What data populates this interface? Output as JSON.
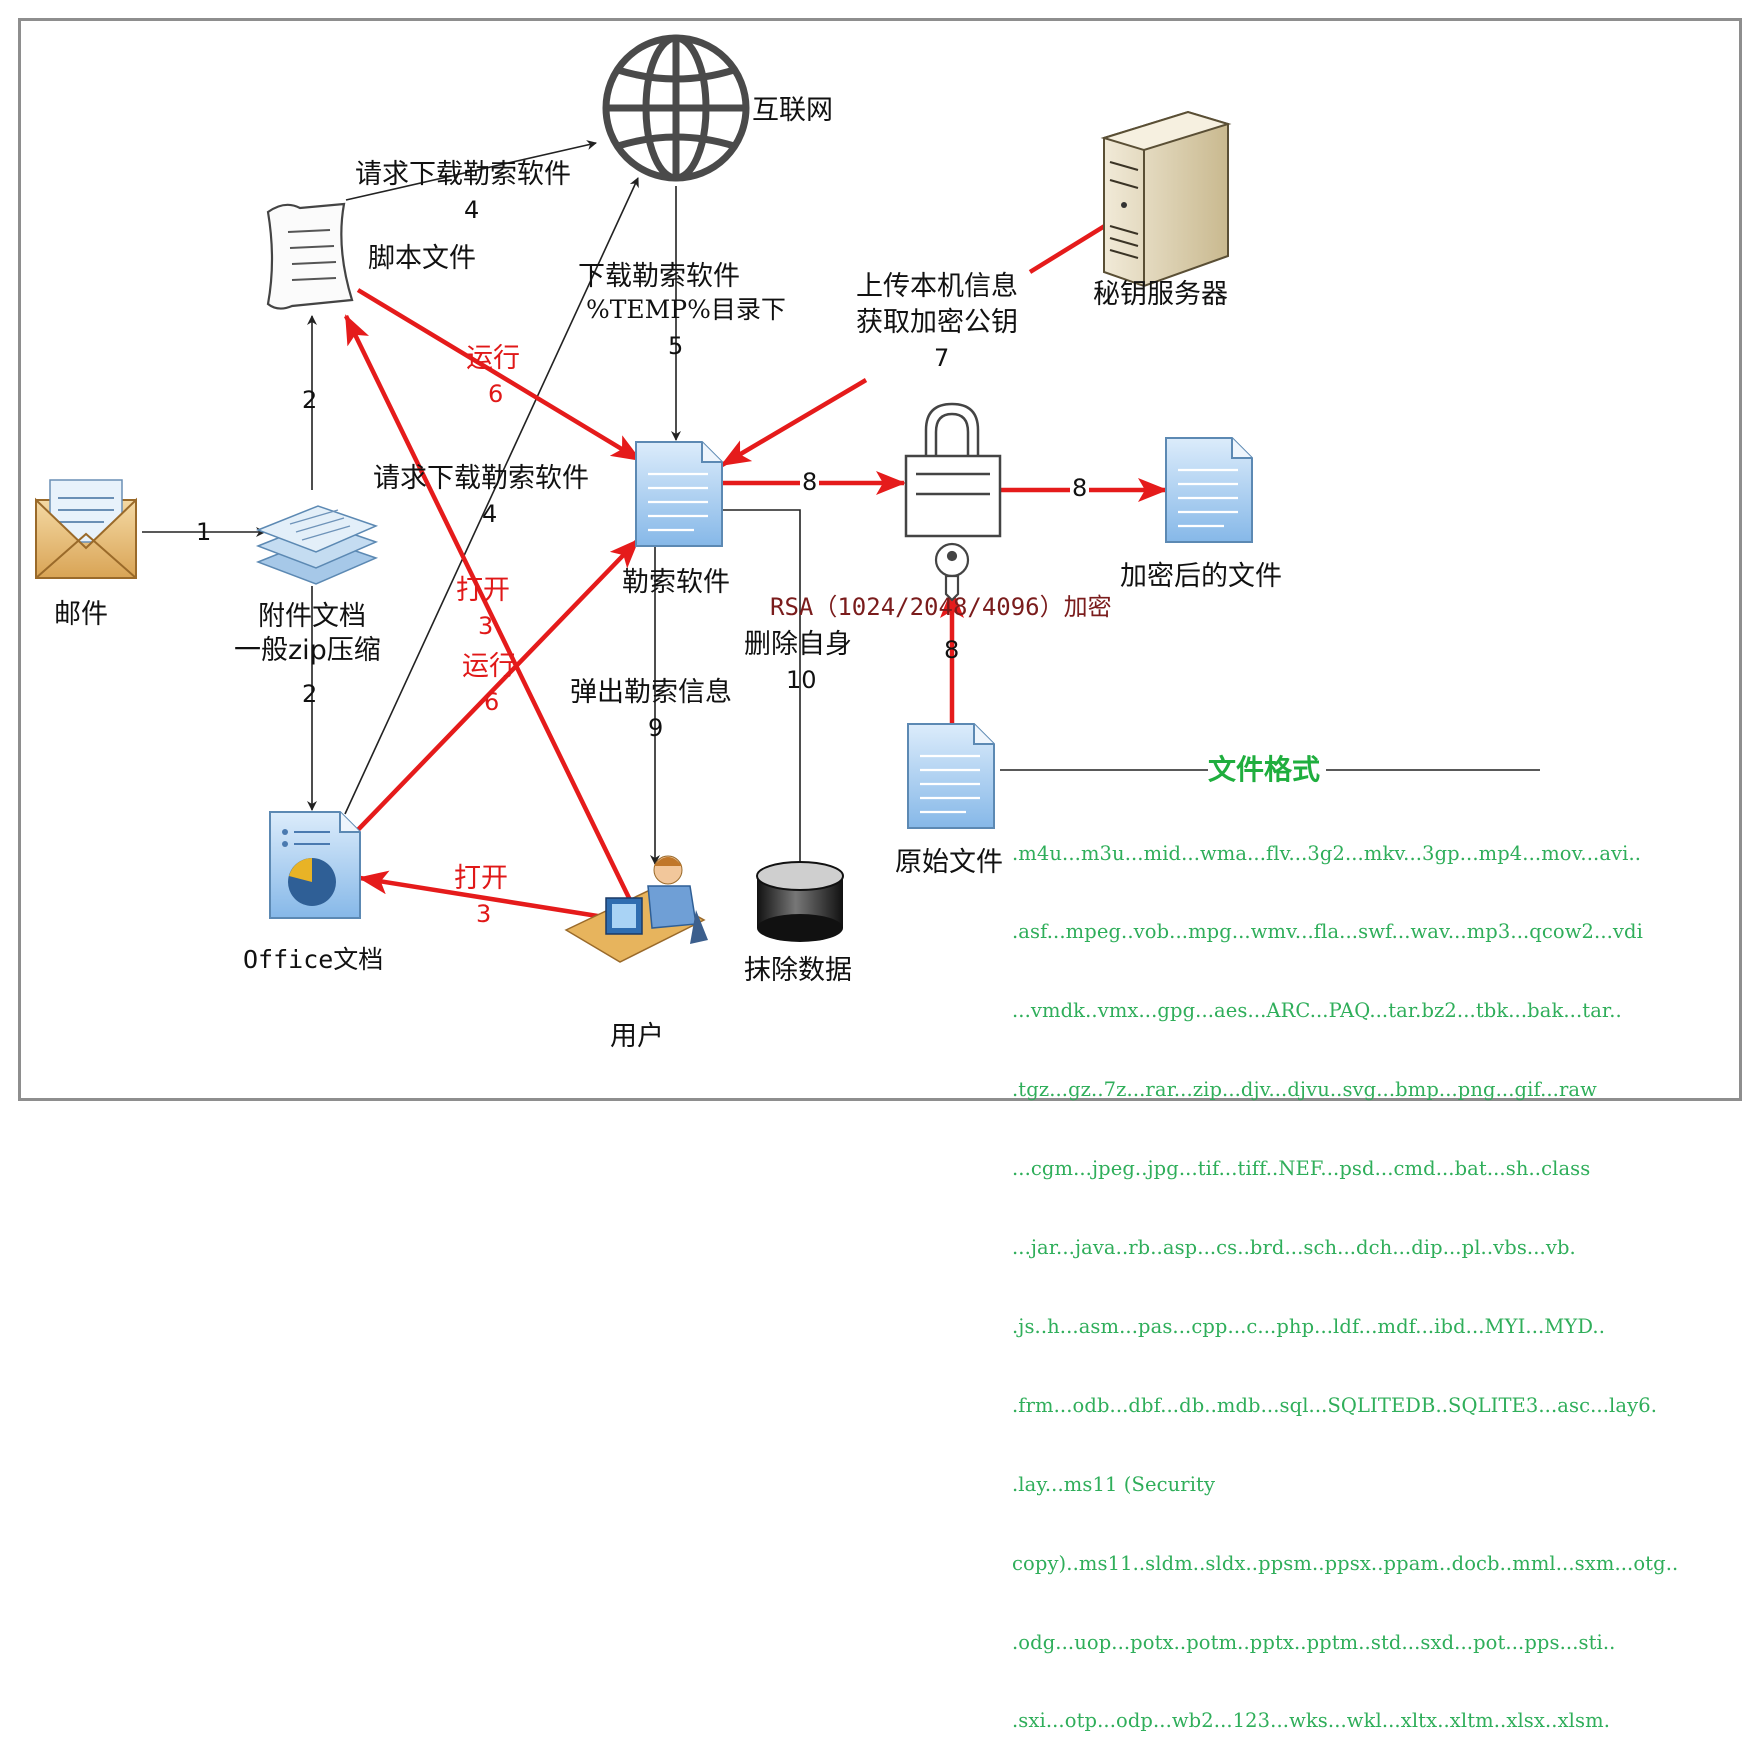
{
  "labels": {
    "internet": "互联网",
    "script_file": "脚本文件",
    "key_server": "秘钥服务器",
    "email": "邮件",
    "attachment": "附件文档",
    "attachment_sub": "一般zip压缩",
    "office_doc": "Office文档",
    "user": "用户",
    "ransomware": "勒索软件",
    "wipe_data": "抹除数据",
    "encrypted_file": "加密后的文件",
    "original_file": "原始文件"
  },
  "steps": {
    "request_download_top": "请求下载勒索软件",
    "request_download_top_num": "4",
    "request_download_mid": "请求下载勒索软件",
    "request_download_mid_num": "4",
    "download_line1": "下载勒索软件",
    "download_line2": "%TEMP%目录下",
    "download_num": "5",
    "upload_line1": "上传本机信息",
    "upload_line2": "获取加密公钥",
    "upload_num": "7",
    "run_top": "运行",
    "run_top_num": "6",
    "run_mid": "运行",
    "run_mid_num": "6",
    "open_mid": "打开",
    "open_mid_num": "3",
    "open_bottom": "打开",
    "open_bottom_num": "3",
    "mail_to_attach": "1",
    "attach_to_script": "2",
    "attach_to_office": "2",
    "encrypt_arrow1": "8",
    "encrypt_arrow2": "8",
    "original_arrow": "8",
    "rsa": "RSA（1024/2048/4096）加密",
    "delete_self": "删除自身",
    "delete_self_num": "10",
    "popup": "弹出勒索信息",
    "popup_num": "9"
  },
  "file_formats": {
    "title": "文件格式",
    "lines": [
      ".m4u...m3u...mid...wma...flv...3g2...mkv...3gp...mp4...mov...avi..",
      ".asf...mpeg..vob...mpg...wmv...fla...swf...wav...mp3...qcow2...vdi",
      "...vmdk..vmx...gpg...aes...ARC...PAQ...tar.bz2...tbk...bak...tar..",
      ".tgz...gz..7z...rar...zip...djv...djvu..svg...bmp...png...gif...raw",
      "...cgm...jpeg..jpg...tif...tiff..NEF...psd...cmd...bat...sh..class",
      "...jar...java..rb..asp...cs..brd...sch...dch...dip...pl..vbs...vb.",
      ".js..h...asm...pas...cpp...c...php...ldf...mdf...ibd...MYI...MYD..",
      ".frm...odb...dbf...db..mdb...sql...SQLITEDB..SQLITE3...asc...lay6.",
      ".lay...ms11 (Security",
      "copy)..ms11..sldm..sldx..ppsm..ppsx..ppam..docb..mml...sxm...otg..",
      ".odg...uop...potx..potm..pptx..pptm..std...sxd...pot...pps...sti..",
      ".sxi...otp...odp...wb2...123...wks...wkl...xltx..xltm..xlsx..xlsm."
    ]
  },
  "colors": {
    "red_arrow": "#e51b1b",
    "black_line": "#222222",
    "format_green": "#2fae5a",
    "title_green": "#1fae3e",
    "rsa_brown": "#7a1c1c",
    "frame_gray": "#8e8e8e"
  }
}
